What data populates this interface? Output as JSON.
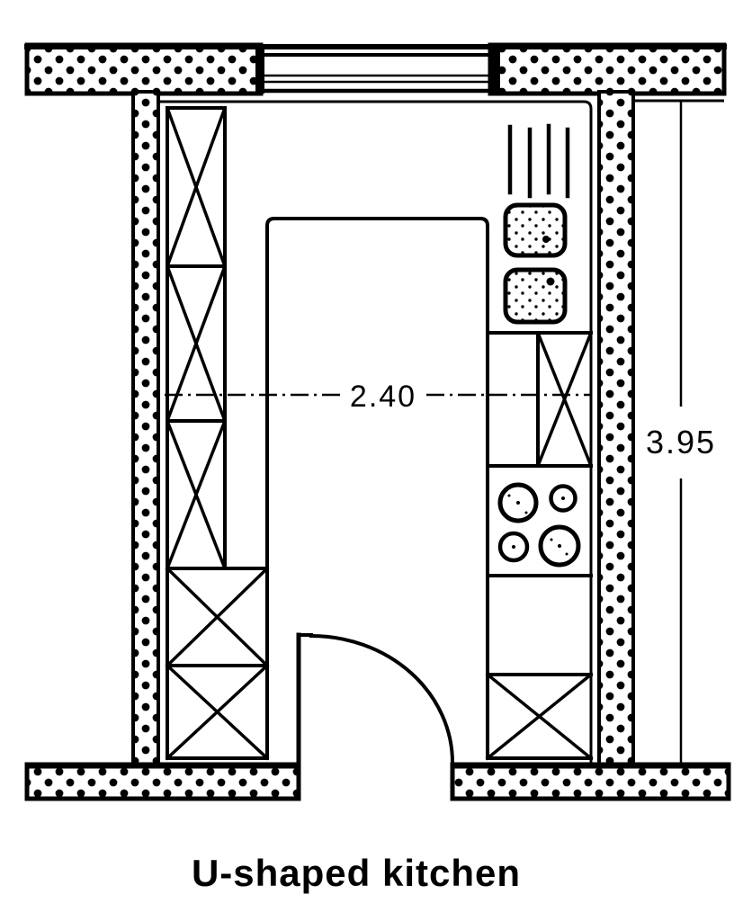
{
  "page": {
    "background_color": "#ffffff",
    "ink_color": "#000000"
  },
  "caption": "U-shaped kitchen",
  "dimensions": {
    "interior_width_label": "2.40",
    "room_length_label": "3.95"
  },
  "symbols": {
    "walls": "stippled-masonry-wall",
    "window": "triple-line-window",
    "door": "door-with-quarter-circle-swing",
    "tall_cabinets": "x-crossed-unit",
    "sink": "double-basin-stippled-sink",
    "drainboard": "four-vertical-lines",
    "cooktop": "four-burner-circles"
  }
}
